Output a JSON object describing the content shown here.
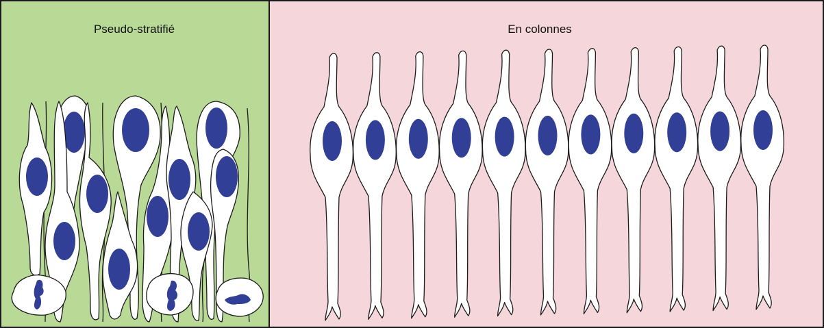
{
  "panels": [
    {
      "label": "Pseudo-stratifié",
      "background": "#b9d997"
    },
    {
      "label": "En colonnes",
      "background": "#f5d7db"
    }
  ],
  "colors": {
    "cell_fill": "#ffffff",
    "cell_outline": "#1a1a1a",
    "nucleus": "#313f96",
    "border": "#1a1a1a"
  },
  "columnar_cell_count": 11,
  "pseudostratified": {
    "cell_count": 14,
    "basal_cell_count": 3
  }
}
